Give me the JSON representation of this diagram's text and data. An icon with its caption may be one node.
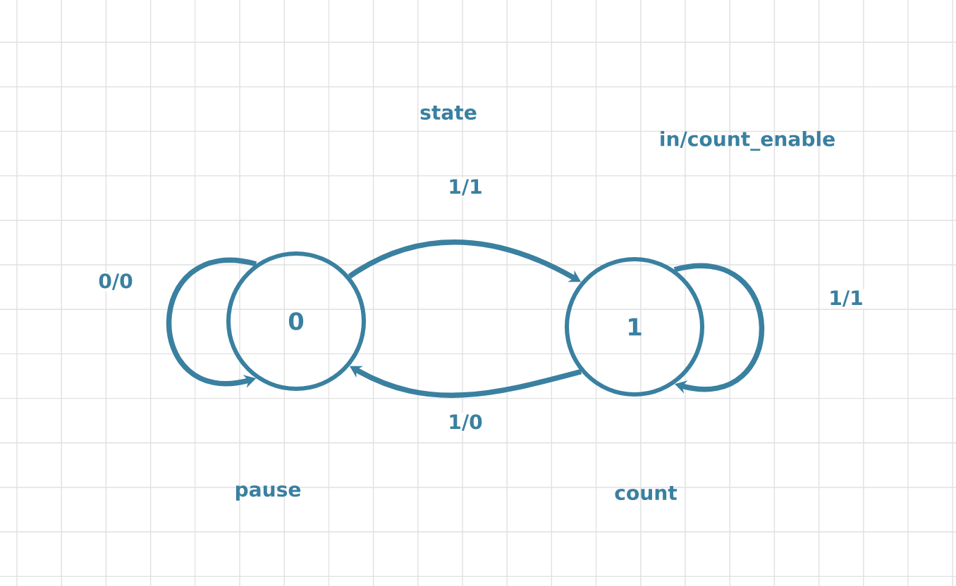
{
  "diagram": {
    "nodes": [
      {
        "text": [
          "0"
        ]
      },
      {
        "text": [
          "1"
        ]
      }
    ],
    "edges": [
      {
        "from": 0,
        "to": 1,
        "arrow": "to",
        "label": "1/1"
      },
      {
        "from": 1,
        "to": 0,
        "arrow": "to",
        "label": "1/0"
      },
      {
        "from": 0,
        "to": 0,
        "arrow": "to",
        "label": "0/0"
      },
      {
        "from": 1,
        "to": 1,
        "arrow": "to",
        "label": "1/1"
      }
    ],
    "labels": [
      "state",
      "in/count_enable",
      "pause",
      "count"
    ]
  }
}
